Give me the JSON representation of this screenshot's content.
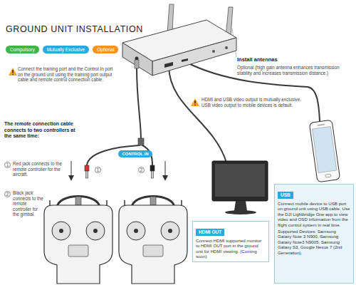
{
  "diagram": {
    "title": "GROUND UNIT INSTALLATION",
    "nodes": [
      {
        "text": [
          "CONTROL IN"
        ]
      },
      {
        "text": [
          "HDMI OUT",
          "Connect HDMI supported monitor to HDMI OUT port in the ground unit for HDMI viewing. (Coming soon)"
        ]
      },
      {
        "text": [
          "USB",
          "Connect mobile device to USB port on ground unit using USB cable. Use the DJI Lightbridge One app to view video and OSD information from the flight control system in real time.",
          "Supported Devices: Samsung Galaxy Note 3 N900, Samsung Galaxy Note3 N9005, Samsung Galaxy S3, Google Nexus 7 (2nd Generation)."
        ]
      }
    ],
    "labels": [
      "Connect the training port and the Control In port on the ground unit using the training port output cable and remote control connection cable.",
      "Install antennas",
      "Optional (high gain antenna enhances transmission stability and increases transmission distance.)",
      "HDMI and USB video output is mutually exclusive. USB video output to mobile devices is default.",
      "The remote connection cable connects to two controllers at the same time:",
      "1",
      "Red jack connects to the remote controller for the aircraft.",
      "2",
      "Black jack connects to the remote controller for the gimbal.",
      "1",
      "2"
    ],
    "legend": [
      {
        "text": "Compulsory",
        "color": "#3db54a"
      },
      {
        "text": "Mutually Exclusive",
        "color": "#29a9e0"
      },
      {
        "text": "Optional",
        "color": "#f7941d"
      }
    ]
  }
}
